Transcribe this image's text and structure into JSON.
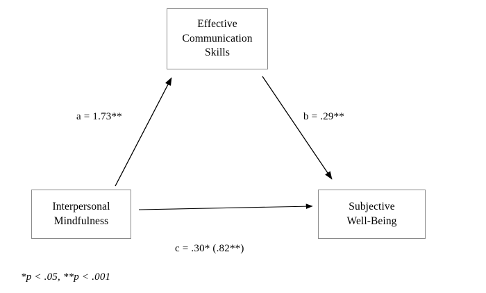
{
  "diagram": {
    "type": "mediation-model",
    "nodes": [
      {
        "id": "mediator",
        "label": "Effective\nCommunication\nSkills"
      },
      {
        "id": "predictor",
        "label": "Interpersonal\nMindfulness"
      },
      {
        "id": "outcome",
        "label": "Subjective\nWell-Being"
      }
    ],
    "paths": [
      {
        "id": "a",
        "label": "a = 1.73**",
        "from": "predictor",
        "to": "mediator",
        "coefficient": 1.73,
        "significance": "**"
      },
      {
        "id": "b",
        "label": "b = .29**",
        "from": "mediator",
        "to": "outcome",
        "coefficient": 0.29,
        "significance": "**"
      },
      {
        "id": "c",
        "label": "c = .30* (.82**)",
        "from": "predictor",
        "to": "outcome",
        "coefficient": 0.3,
        "significance": "*",
        "total_effect": 0.82,
        "total_effect_significance": "**"
      }
    ],
    "footnote": "*p < .05, **p < .001",
    "colors": {
      "line": "#000000",
      "box_border": "#8a8a8a",
      "text": "#000000",
      "background": "#ffffff"
    }
  }
}
